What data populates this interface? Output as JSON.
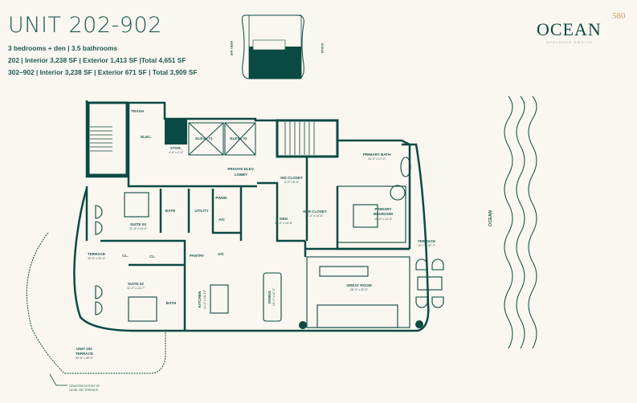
{
  "header": {
    "title": "UNIT 202-902",
    "line1": "3 bedrooms + den | 3.5 bathrooms",
    "line2": "202 | Interior 3,238 SF | Exterior 1,413 SF |Total 4,651 SF",
    "line3": "302–902 | Interior 3,238 SF | Exterior 671 SF | Total 3,909 SF"
  },
  "keyplan": {
    "street_label": "KIRBY AVE",
    "ocean_label": "OCEAN"
  },
  "logo": {
    "word": "OCEAN",
    "number": "580",
    "tagline": "OPULENCE AWAITS"
  },
  "colors": {
    "primary": "#0b4a43",
    "background": "#faf6f0",
    "accent": "#c9a06a"
  },
  "rooms": {
    "trash": "TRASH",
    "elec": "ELEC.",
    "stor": {
      "name": "STOR.",
      "dims": "4'-6\" x 2'-3\""
    },
    "elev1": "ELEV - #1",
    "elev2": "ELEV - #2",
    "lobby": {
      "name1": "PRIVATE ELEV.",
      "name2": "LOBBY"
    },
    "bath1": "BATH",
    "utility": "UTILITY",
    "pwdr": "PWDR.",
    "ac1": "A/C",
    "ac2": "A/C",
    "suite03": {
      "name": "SUITE 03",
      "dims": "12'-0\" x 15'-2\""
    },
    "his_closet": {
      "name": "HIS CLOSET",
      "dims": "6'-0\" x 8'-0\""
    },
    "her_closet": {
      "name": "HER CLOSET",
      "dims": "7'-2\" x 14'-5\""
    },
    "den": {
      "name": "DEN",
      "dims": "10'-0\" x 10'-6\""
    },
    "primary_bath": {
      "name": "PRIMARY BATH",
      "dims": "10'-0\" x 17'-0\""
    },
    "primary_bedroom": {
      "name1": "PRIMARY",
      "name2": "BEDROOM",
      "dims": "19'-8\" x 14'-5\""
    },
    "terrace_right": {
      "name": "TERRACE",
      "dims": "10'-7\" x 47'-7\""
    },
    "terrace_left": {
      "name": "TERRACE",
      "dims": "10'-4\" x 22'-3\""
    },
    "suite02": {
      "name": "SUITE 02",
      "dims": "12'-0\" x 14'-7\""
    },
    "cl1": "CL.",
    "cl2": "CL.",
    "pantry": "PANTRY",
    "kitchen": {
      "name": "KITCHEN",
      "dims": "12'-2\" x 18'-10\""
    },
    "bath2": "BATH",
    "dining": {
      "name": "DINING",
      "dims": "16'-4\" x 12'-3\""
    },
    "great_room": {
      "name": "GREAT ROOM",
      "dims": "28'-0\" x 20'-0\""
    },
    "unit202_terrace": {
      "name1": "UNIT 202",
      "name2": "TERRACE",
      "dims": "20'-6\" x 46'-6\""
    },
    "note": {
      "line1": "DENOTES EXTENT OF",
      "line2": "LEVEL 202 TERRACE"
    },
    "ocean": "OCEAN"
  }
}
